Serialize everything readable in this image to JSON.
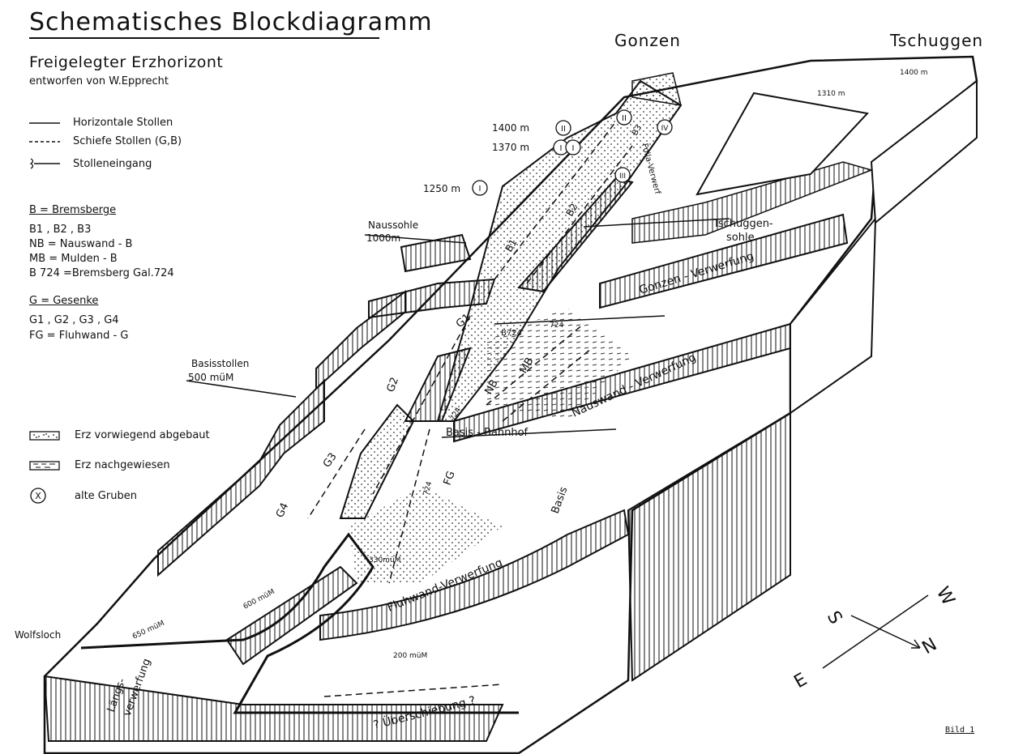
{
  "title": "Schematisches Blockdiagramm",
  "subtitle": "Freigelegter Erzhorizont",
  "author": "entworfen von W.Epprecht",
  "legend_lines": [
    {
      "style": "solid",
      "label": "Horizontale Stollen"
    },
    {
      "style": "dashed",
      "label": "Schiefe Stollen (G,B)"
    },
    {
      "style": "entrance",
      "label": "Stolleneingang"
    }
  ],
  "bremsberge": {
    "heading": "B = Bremsberge",
    "lines": [
      "B1 , B2 , B3",
      "NB = Nauswand - B",
      "MB = Mulden - B",
      "B 724 =Bremsberg Gal.724"
    ]
  },
  "gesenke": {
    "heading": "G = Gesenke",
    "lines": [
      "G1 , G2 , G3 , G4",
      "FG = Fluhwand - G"
    ]
  },
  "legend_symbols": [
    {
      "symbol": "dotted-box",
      "label": "Erz vorwiegend abgebaut"
    },
    {
      "symbol": "dashed-box",
      "label": "Erz nachgewiesen"
    },
    {
      "symbol": "circle-x",
      "glyph": "X",
      "label": "alte Gruben"
    }
  ],
  "peaks": {
    "gonzen": "Gonzen",
    "tschuggen": "Tschuggen"
  },
  "figure_label": "Bild 1",
  "diagram_labels": {
    "elev_1400": "1400 m",
    "elev_1370": "1370 m",
    "elev_1250": "1250 m",
    "roman_ii": "II",
    "roman_i": "I",
    "roman_iii": "III",
    "roman_iv": "IV",
    "elev_1310": "1310 m",
    "elev_1400_top": "1400 m",
    "naussohle": "Naussohle",
    "naussohle_elev": "1000m",
    "basisstollen": "Basisstollen",
    "basisstollen_elev": "500 müM",
    "wolfsloch": "Wolfsloch",
    "b1": "B1",
    "b2": "B2",
    "b3": "B3",
    "folla": "Folla-Verwerf",
    "tschuggensohle_1": "Tschuggen-",
    "tschuggensohle_2": "sohle",
    "gonzen_verwerfung": "Gonzen - Verwerfung",
    "nauswand_verwerfung": "Nauswand - Verwerfung",
    "fluhwand_verwerfung": "Fluhwand-Verwerfung",
    "ueberschiebung": "? Überschiebung ?",
    "laengs_1": "Längs-",
    "laengs_2": "verwerfung",
    "basis_bahnhof": "Basis - Bahnhof",
    "basis": "Basis",
    "g1": "G1",
    "g2": "G2",
    "g3": "G3",
    "g4": "G4",
    "fg": "FG",
    "nb": "NB",
    "mb": "MB",
    "b724": "B724",
    "n724_a": "724",
    "n724_b": "724",
    "n724_c": "724",
    "elev_650": "650 müM",
    "elev_600": "600 müM",
    "elev_330": "330müM",
    "elev_200": "200 müM"
  },
  "compass": {
    "s": "S",
    "w": "W",
    "n": "N",
    "e": "E"
  }
}
